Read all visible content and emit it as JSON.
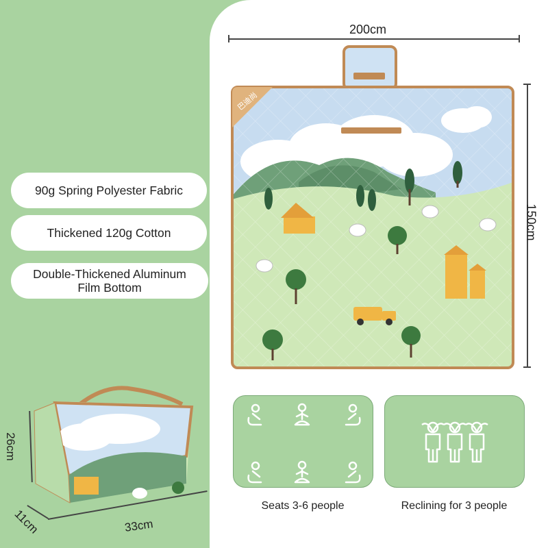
{
  "features": [
    {
      "label": "90g Spring Polyester Fabric"
    },
    {
      "label": "Thickened 120g Cotton"
    },
    {
      "label": "Double-Thickened Aluminum Film Bottom"
    }
  ],
  "mat": {
    "width_label": "200cm",
    "height_label": "150cm",
    "brand_text": "巴迪尚"
  },
  "folded": {
    "height_label": "26cm",
    "depth_label": "11cm",
    "width_label": "33cm"
  },
  "usage": {
    "seating": {
      "caption": "Seats 3-6 people",
      "icon": "seated-person-icon"
    },
    "reclining": {
      "caption": "Reclining for 3 people",
      "icon": "standing-person-icon"
    }
  },
  "colors": {
    "background": "#a9d3a0",
    "panel": "#ffffff",
    "mat_border": "#c08a55",
    "sky": "#cfe2f3",
    "grass": "#cfe8b8"
  }
}
